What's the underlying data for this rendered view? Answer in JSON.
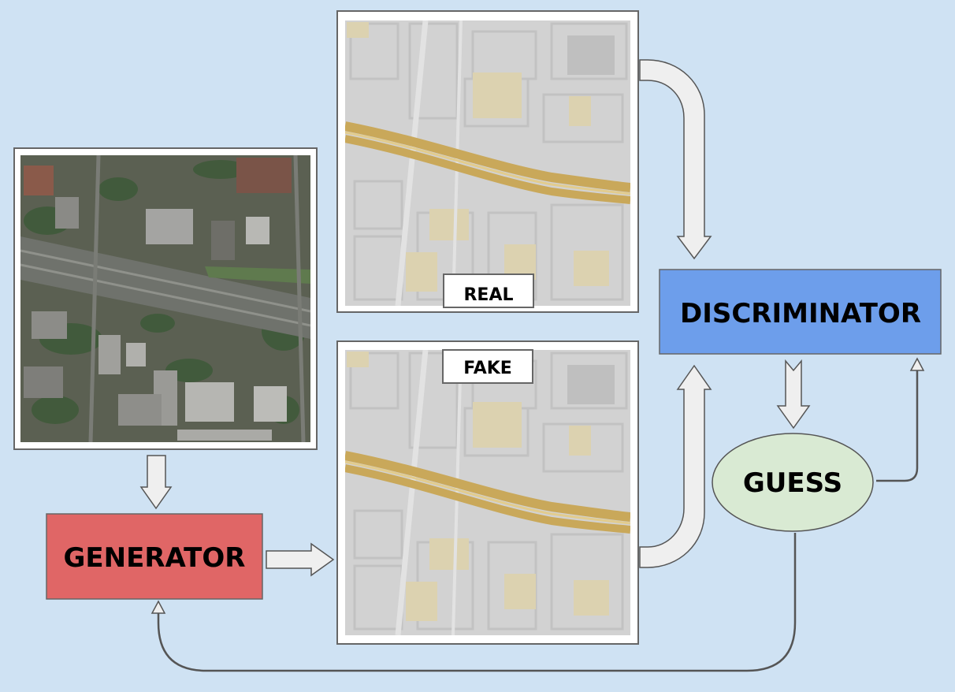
{
  "colors": {
    "background": "#cfe2f3",
    "generator": "#e06666",
    "discriminator": "#6d9eeb",
    "guess": "#d9ead3",
    "arrow_fill": "#efefef",
    "arrow_stroke": "#555555",
    "connector": "#555555",
    "map_base": "#d2d2d2",
    "map_road": "#c9a85a",
    "map_block": "#dcd2b0",
    "satellite_base": "#5b6052"
  },
  "nodes": {
    "generator": "GENERATOR",
    "discriminator": "DISCRIMINATOR",
    "guess": "GUESS"
  },
  "image_labels": {
    "real": "REAL",
    "fake": "FAKE"
  },
  "images": {
    "input": "satellite-image",
    "real": "map-image",
    "fake": "map-image"
  }
}
